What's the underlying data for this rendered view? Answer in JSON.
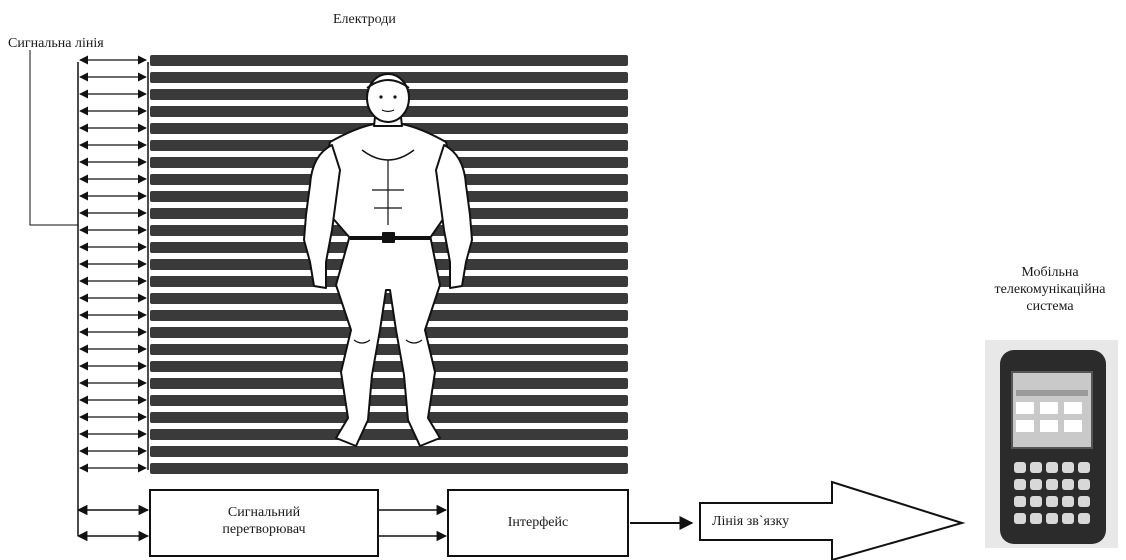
{
  "labels": {
    "electrodes": "Електроди",
    "signal_line": "Сигнальна лінія",
    "converter_line1": "Сигнальний",
    "converter_line2": "перетворювач",
    "interface": "Інтерфейс",
    "comm_line": "Лінія зв`язку",
    "mobile_line1": "Мобільна",
    "mobile_line2": "телекомунікаційна",
    "mobile_line3": "система"
  },
  "colors": {
    "stroke": "#111111",
    "electrode_fill": "#3a3a3a",
    "phone_body": "#2b2b2b",
    "phone_screen": "#c9c9c9"
  },
  "electrode_count": 25
}
